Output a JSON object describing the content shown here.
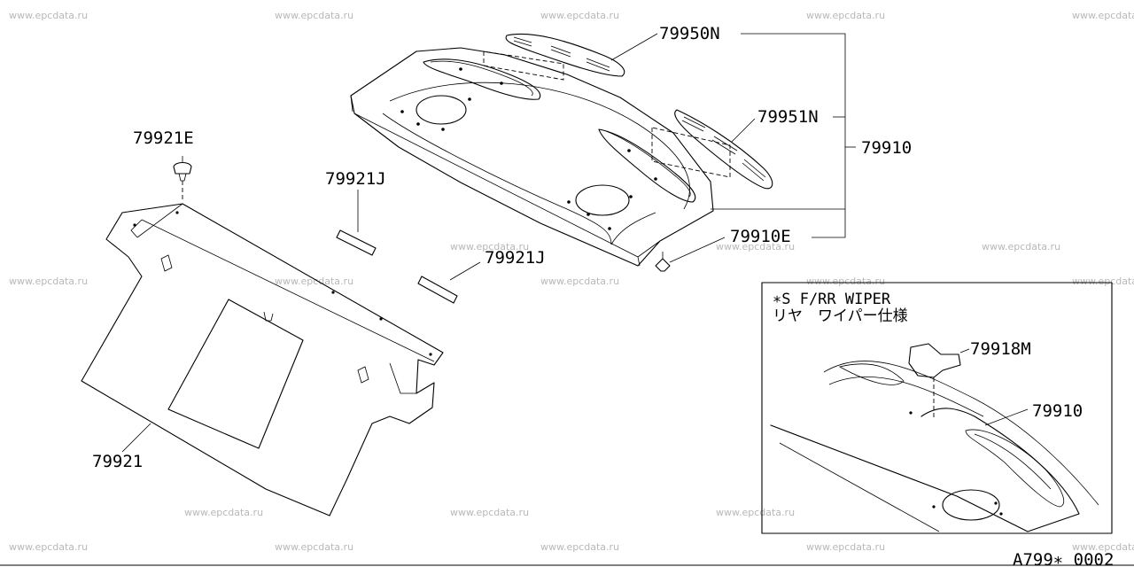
{
  "watermark": "www.epcdata.ru",
  "parts": {
    "p79950N": "79950N",
    "p79951N": "79951N",
    "p79910": "79910",
    "p79910E": "79910E",
    "p79921E": "79921E",
    "p79921J_a": "79921J",
    "p79921J_b": "79921J",
    "p79921": "79921",
    "p79918M": "79918M",
    "p79910_inset": "79910"
  },
  "inset": {
    "line1": "∗S F/RR WIPER",
    "line2": "リヤ　ワイパー仕様"
  },
  "diagram_code": "A799∗ 0002"
}
